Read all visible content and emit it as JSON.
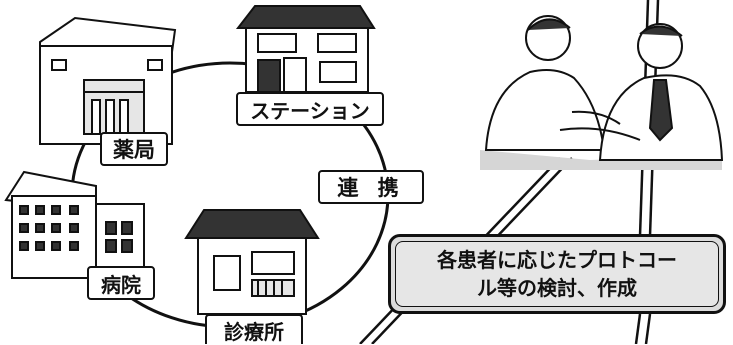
{
  "labels": {
    "pharmacy": "薬局",
    "station": "ステーション",
    "cooperation": "連 携",
    "hospital": "病院",
    "clinic": "診療所"
  },
  "callout": {
    "line1": "各患者に応じたプロトコー",
    "line2": "ル等の検討、作成"
  },
  "colors": {
    "ink": "#111111",
    "callout_fill": "#dcdcdc",
    "building_fill": "#ffffff"
  },
  "icons": [
    "pharmacy-building-icon",
    "station-building-icon",
    "hospital-building-icon",
    "clinic-building-icon",
    "two-people-discussing-illustration"
  ]
}
